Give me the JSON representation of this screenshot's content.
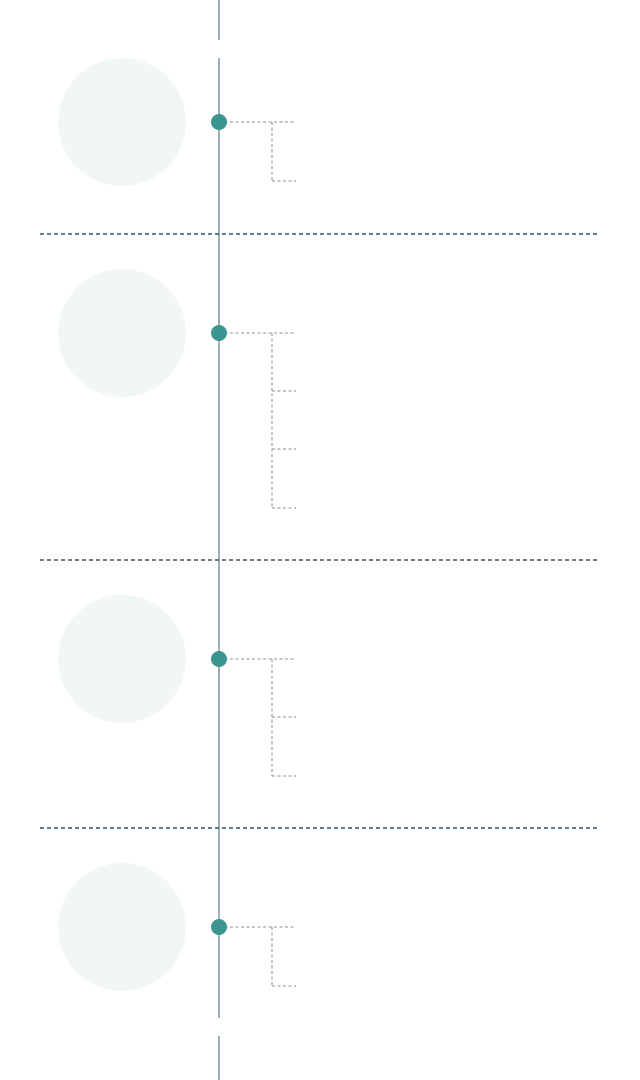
{
  "colors": {
    "spine": "#9fb1b8",
    "node": "#3c958e",
    "connector": "#a3a3a3",
    "separator": "#0f2f4a",
    "halo": "#f1f6f7",
    "background": "#ffffff"
  },
  "sections": [
    {
      "branch_count": 1
    },
    {
      "branch_count": 3
    },
    {
      "branch_count": 2
    },
    {
      "branch_count": 1
    }
  ],
  "separator_count": 3
}
